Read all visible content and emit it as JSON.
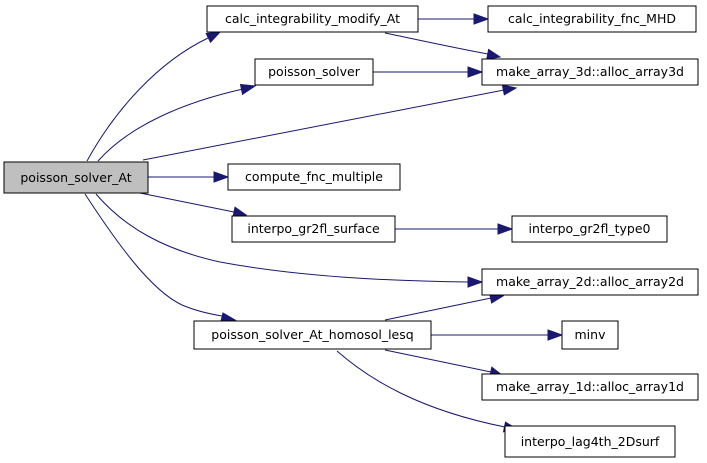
{
  "graph": {
    "colors": {
      "edge": "#191970",
      "node_fill": "#ffffff",
      "root_fill": "#bfbfbf",
      "border": "#000000"
    },
    "nodes": {
      "poisson_solver_At": "poisson_solver_At",
      "calc_integrability_modify_At": "calc_integrability_modify_At",
      "calc_integrability_fnc_MHD": "calc_integrability_fnc_MHD",
      "poisson_solver": "poisson_solver",
      "alloc_array3d": "make_array_3d::alloc_array3d",
      "compute_fnc_multiple": "compute_fnc_multiple",
      "interpo_gr2fl_surface": "interpo_gr2fl_surface",
      "interpo_gr2fl_type0": "interpo_gr2fl_type0",
      "alloc_array2d": "make_array_2d::alloc_array2d",
      "poisson_solver_At_homosol_lesq": "poisson_solver_At_homosol_lesq",
      "minv": "minv",
      "alloc_array1d": "make_array_1d::alloc_array1d",
      "interpo_lag4th_2Dsurf": "interpo_lag4th_2Dsurf"
    },
    "edges": [
      {
        "from": "poisson_solver_At",
        "to": "calc_integrability_modify_At"
      },
      {
        "from": "calc_integrability_modify_At",
        "to": "calc_integrability_fnc_MHD"
      },
      {
        "from": "calc_integrability_modify_At",
        "to": "alloc_array3d"
      },
      {
        "from": "poisson_solver_At",
        "to": "poisson_solver"
      },
      {
        "from": "poisson_solver",
        "to": "alloc_array3d"
      },
      {
        "from": "poisson_solver_At",
        "to": "alloc_array3d"
      },
      {
        "from": "poisson_solver_At",
        "to": "compute_fnc_multiple"
      },
      {
        "from": "poisson_solver_At",
        "to": "interpo_gr2fl_surface"
      },
      {
        "from": "interpo_gr2fl_surface",
        "to": "interpo_gr2fl_type0"
      },
      {
        "from": "poisson_solver_At",
        "to": "alloc_array2d"
      },
      {
        "from": "poisson_solver_At",
        "to": "poisson_solver_At_homosol_lesq"
      },
      {
        "from": "poisson_solver_At_homosol_lesq",
        "to": "alloc_array2d"
      },
      {
        "from": "poisson_solver_At_homosol_lesq",
        "to": "minv"
      },
      {
        "from": "poisson_solver_At_homosol_lesq",
        "to": "alloc_array1d"
      },
      {
        "from": "poisson_solver_At_homosol_lesq",
        "to": "interpo_lag4th_2Dsurf"
      }
    ]
  }
}
